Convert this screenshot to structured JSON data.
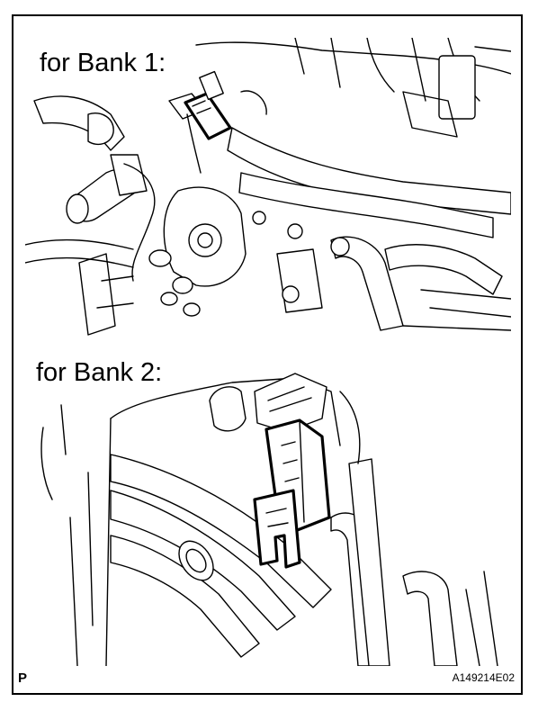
{
  "figure": {
    "label_bank1": "for Bank 1:",
    "label_bank2": "for Bank 2:",
    "corner_mark": "P",
    "figure_id": "A149214E02"
  }
}
